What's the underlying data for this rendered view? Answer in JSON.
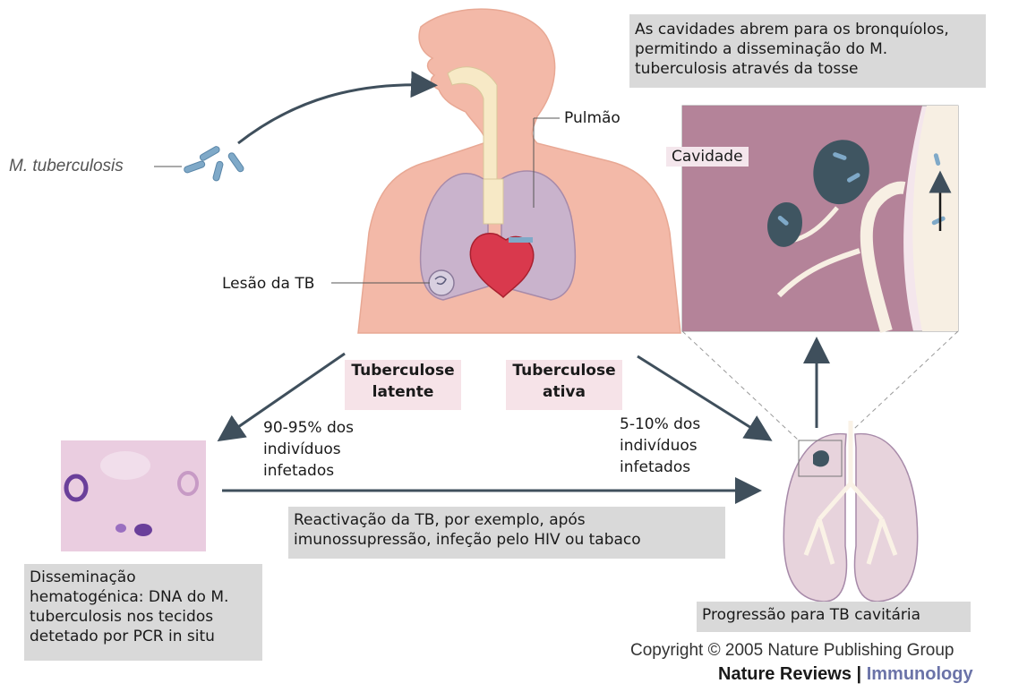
{
  "labels": {
    "bacterium": "M. tuberculosis",
    "lung": "Pulmão",
    "lesion": "Lesão da TB",
    "cavity": "Cavidade",
    "latent": [
      "Tuberculose",
      "latente"
    ],
    "active": [
      "Tuberculose",
      "ativa"
    ],
    "pct_latent": [
      "90-95% dos",
      "indivíduos",
      "infetados"
    ],
    "pct_active": [
      "5-10% dos",
      "indivíduos",
      "infetados"
    ],
    "progression": "Progressão para TB cavitária"
  },
  "boxes": {
    "top_right": [
      "As cavidades abrem para os bronquíolos,",
      "permitindo a disseminação do M.",
      "tuberculosis através da tosse"
    ],
    "reactivation": [
      "Reactivação da TB, por exemplo, após",
      "imunossupressão, infeção pelo HIV ou tabaco"
    ],
    "dissemination": [
      "Disseminação",
      "hematogénica: DNA do M.",
      "tuberculosis nos tecidos",
      "detetado por PCR in situ"
    ]
  },
  "footer": {
    "copyright": "Copyright © 2005 Nature Publishing Group",
    "journal": "Nature Reviews",
    "separator": "|",
    "section": "Immunology"
  },
  "colors": {
    "skin": "#f3b9a8",
    "lung_purple": "#c9b3cc",
    "heart": "#d9394d",
    "arrow": "#3f4f5c",
    "label_box": "#d9d9d9",
    "pink_label": "#f6e3e8",
    "bacteria": "#7fa9c8"
  }
}
